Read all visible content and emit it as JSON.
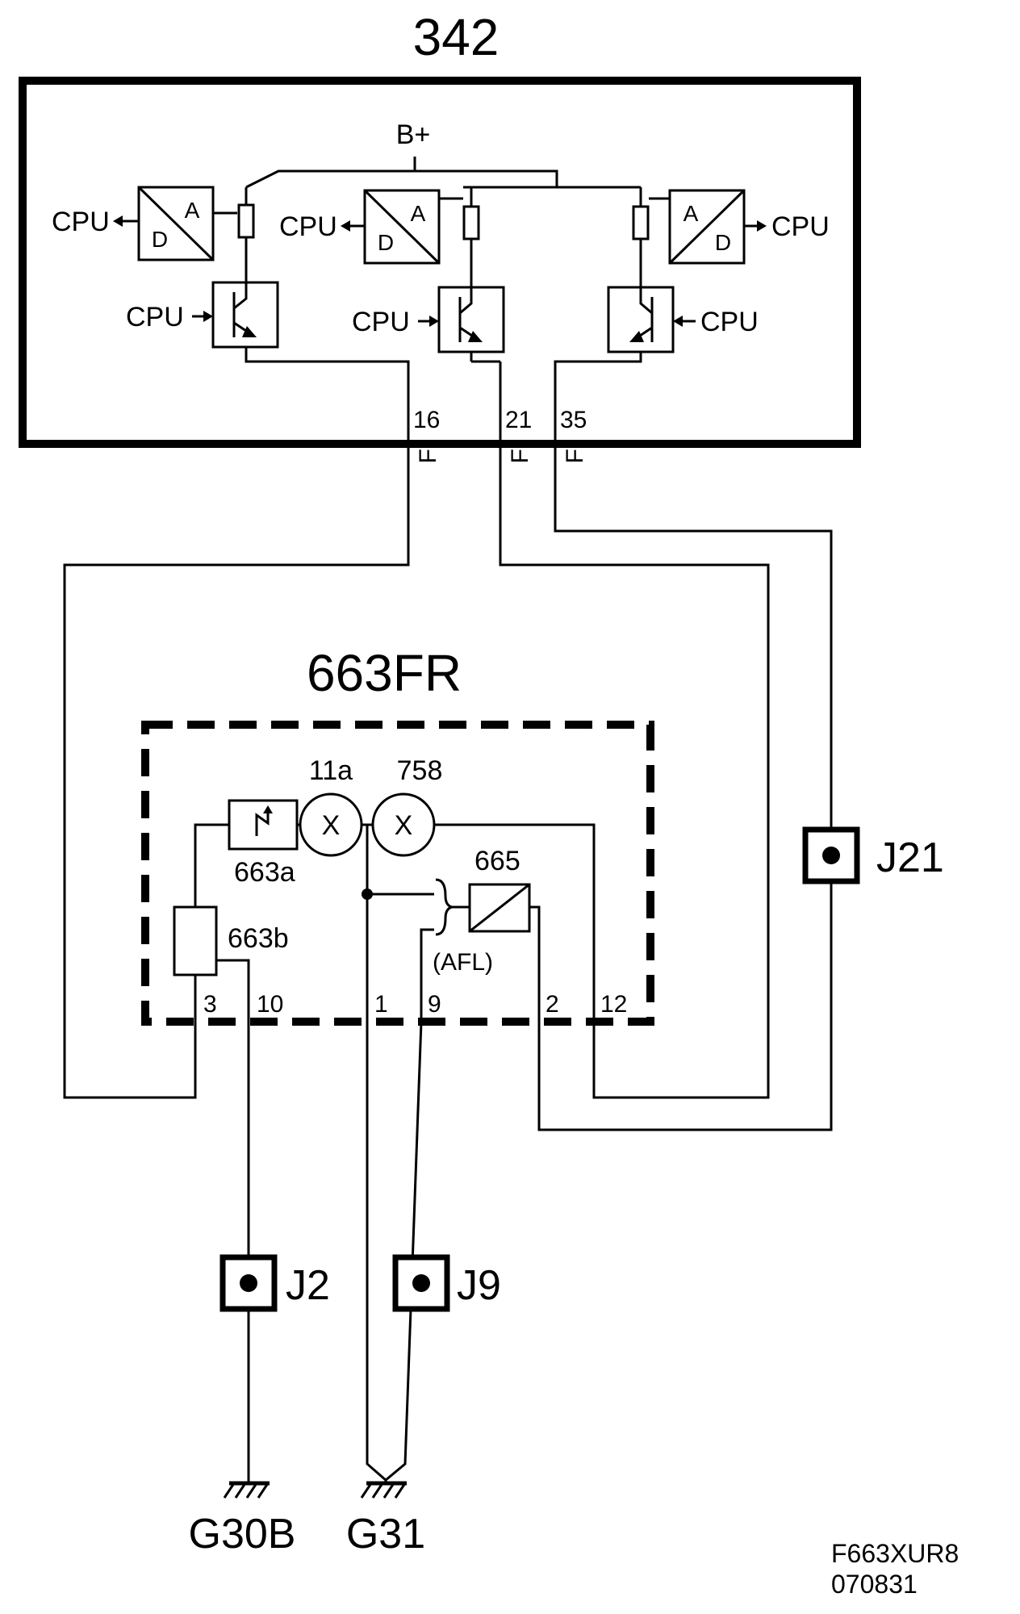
{
  "ecu": {
    "name": "342",
    "supply_label": "B+",
    "cpu_label": "CPU",
    "ad_a": "A",
    "ad_d": "D",
    "pins": [
      "16",
      "21",
      "35"
    ],
    "pin_marker": "F"
  },
  "unit": {
    "name": "663FR",
    "lamp1": "11a",
    "lamp2": "758",
    "lamp_symbol": "X",
    "component_a": "663a",
    "component_b": "663b",
    "component_665": "665",
    "afl": "(AFL)",
    "pins": [
      "3",
      "10",
      "1",
      "9",
      "2",
      "12"
    ]
  },
  "connectors": [
    "J21",
    "J2",
    "J9"
  ],
  "grounds": [
    "G30B",
    "G31"
  ],
  "footer": {
    "code": "F663XUR8",
    "date": "070831"
  }
}
